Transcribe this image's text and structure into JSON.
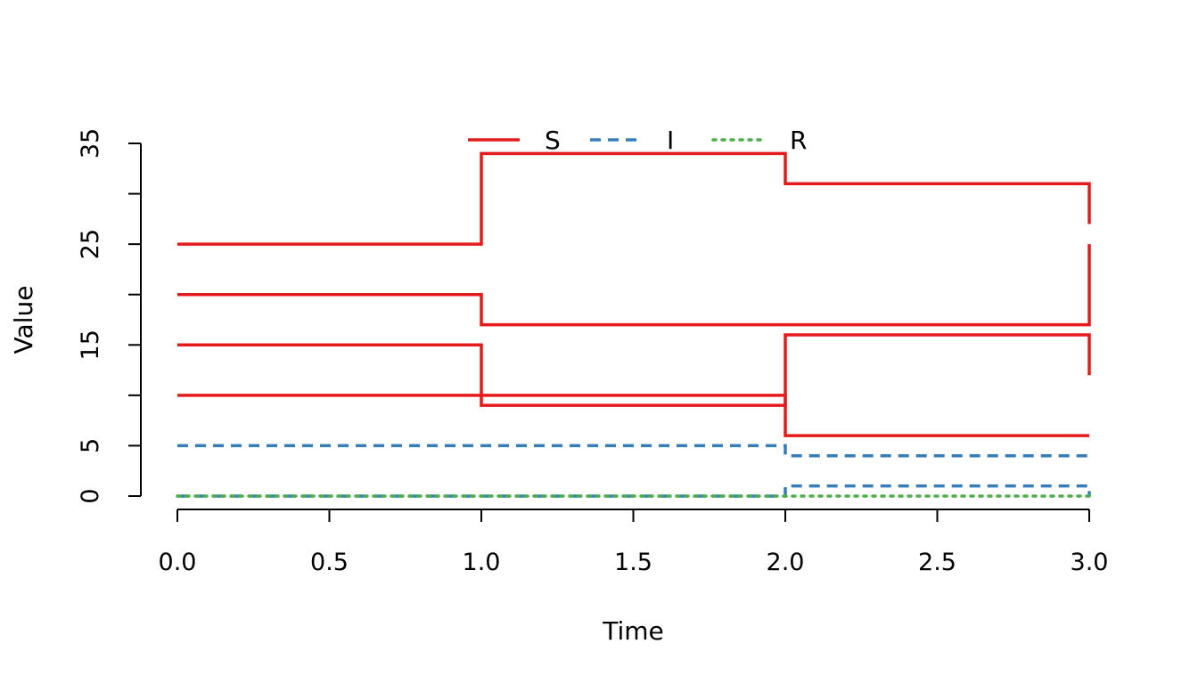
{
  "chart_data": {
    "type": "line",
    "step": true,
    "xlabel": "Time",
    "ylabel": "Value",
    "xlim": [
      0,
      3
    ],
    "ylim": [
      0,
      35
    ],
    "x_ticks": [
      "0.0",
      "0.5",
      "1.0",
      "1.5",
      "2.0",
      "2.5",
      "3.0"
    ],
    "x_tick_values": [
      0,
      0.5,
      1,
      1.5,
      2,
      2.5,
      3
    ],
    "y_ticks": [
      "0",
      "5",
      "15",
      "25",
      "35"
    ],
    "y_tick_values": [
      0,
      5,
      15,
      25,
      35
    ],
    "y_minor_tick_values": [
      10,
      20,
      30
    ],
    "legend": {
      "placement": "top",
      "entries": [
        {
          "label": "S",
          "color": "#E41A1C",
          "dash": "solid"
        },
        {
          "label": "I",
          "color": "#377EB8",
          "dash": "dashed"
        },
        {
          "label": "R",
          "color": "#4DAF4A",
          "dash": "dotted"
        }
      ]
    },
    "series": [
      {
        "group": "S",
        "color": "#E41A1C",
        "dash": "solid",
        "x": [
          0,
          1,
          2,
          3
        ],
        "y": [
          25,
          34,
          31,
          27
        ]
      },
      {
        "group": "S",
        "color": "#E41A1C",
        "dash": "solid",
        "x": [
          0,
          1,
          2,
          3
        ],
        "y": [
          20,
          17,
          17,
          25
        ]
      },
      {
        "group": "S",
        "color": "#E41A1C",
        "dash": "solid",
        "x": [
          0,
          1,
          2,
          3
        ],
        "y": [
          15,
          9,
          16,
          12
        ]
      },
      {
        "group": "S",
        "color": "#E41A1C",
        "dash": "solid",
        "x": [
          0,
          1,
          2,
          3
        ],
        "y": [
          10,
          10,
          6,
          6
        ]
      },
      {
        "group": "I",
        "color": "#377EB8",
        "dash": "dashed",
        "x": [
          0,
          1,
          2,
          3
        ],
        "y": [
          5,
          5,
          4,
          4
        ]
      },
      {
        "group": "I",
        "color": "#377EB8",
        "dash": "dashed",
        "x": [
          0,
          1,
          2,
          3
        ],
        "y": [
          0,
          0,
          1,
          0
        ]
      },
      {
        "group": "R",
        "color": "#4DAF4A",
        "dash": "dotted",
        "x": [
          0,
          1,
          2,
          3
        ],
        "y": [
          0,
          0,
          0,
          0
        ]
      }
    ]
  }
}
